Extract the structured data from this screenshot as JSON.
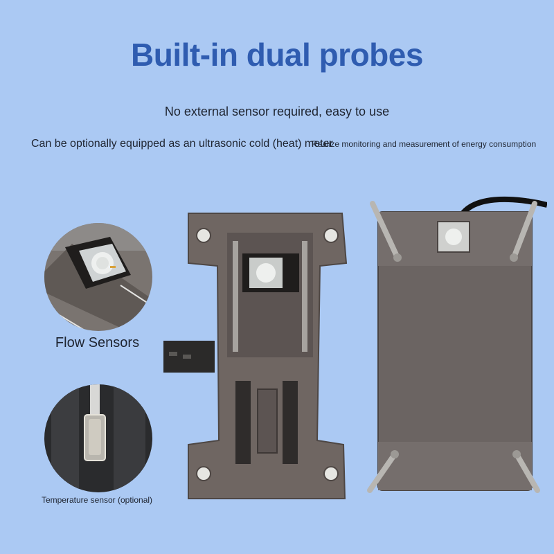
{
  "header": {
    "title": "Built-in dual probes",
    "subtitle": "No external sensor required, easy to use"
  },
  "features": {
    "left": "Can be optionally equipped as an ultrasonic cold (heat) meter",
    "right": "Realize monitoring and measurement of energy consumption"
  },
  "callouts": {
    "flow_label": "Flow Sensors",
    "temp_label": "Temperature sensor (optional)"
  },
  "colors": {
    "background": "#abc9f3",
    "title": "#2f5cb0",
    "metal": "#6f6662"
  }
}
